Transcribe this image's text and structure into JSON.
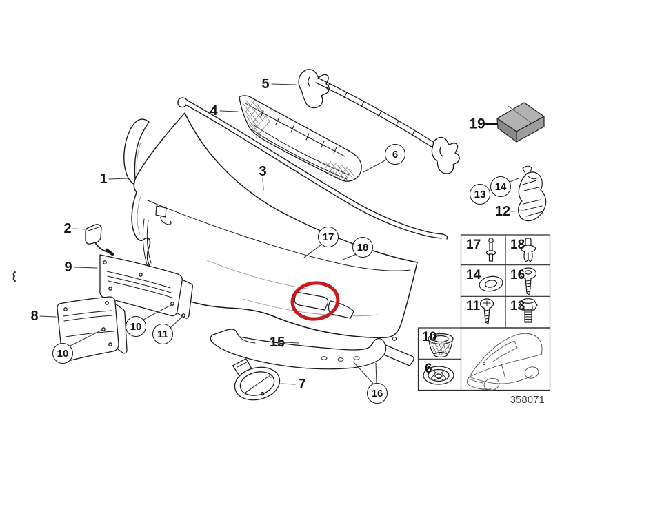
{
  "diagram": {
    "drawing_number": "358071",
    "highlight_color": "#c8191c"
  },
  "part_labels": {
    "p1": "1",
    "p2": "2",
    "p3": "3",
    "p4": "4",
    "p5": "5",
    "p7": "7",
    "p8": "8",
    "p9": "9",
    "p12": "12",
    "p15": "15",
    "p19": "19"
  },
  "balloon_labels": {
    "b6": "6",
    "b17": "17",
    "b18": "18",
    "b10_plate9": "10",
    "b11": "11",
    "b10_plate8": "10",
    "b13": "13",
    "b14": "14",
    "b16": "16"
  },
  "fastener_table": {
    "cells": {
      "r1c1": "17",
      "r1c2": "18",
      "r2c1": "14",
      "r2c2": "16",
      "r3c1": "11",
      "r3c2": "13",
      "r4c1": "10",
      "r5c1": "6"
    },
    "icons": {
      "r1c1": "expansion-pin-icon",
      "r1c2": "expanding-rivet-icon",
      "r2c1": "washer-icon",
      "r2c2": "round-head-screw-icon",
      "r3c1": "pan-head-screw-icon",
      "r3c2": "hex-bolt-icon",
      "r4c1": "expanding-nut-icon",
      "r5c1": "retaining-clip-icon",
      "bottom_right": "car-silhouette-icon",
      "p19": "parts-box-icon"
    }
  }
}
